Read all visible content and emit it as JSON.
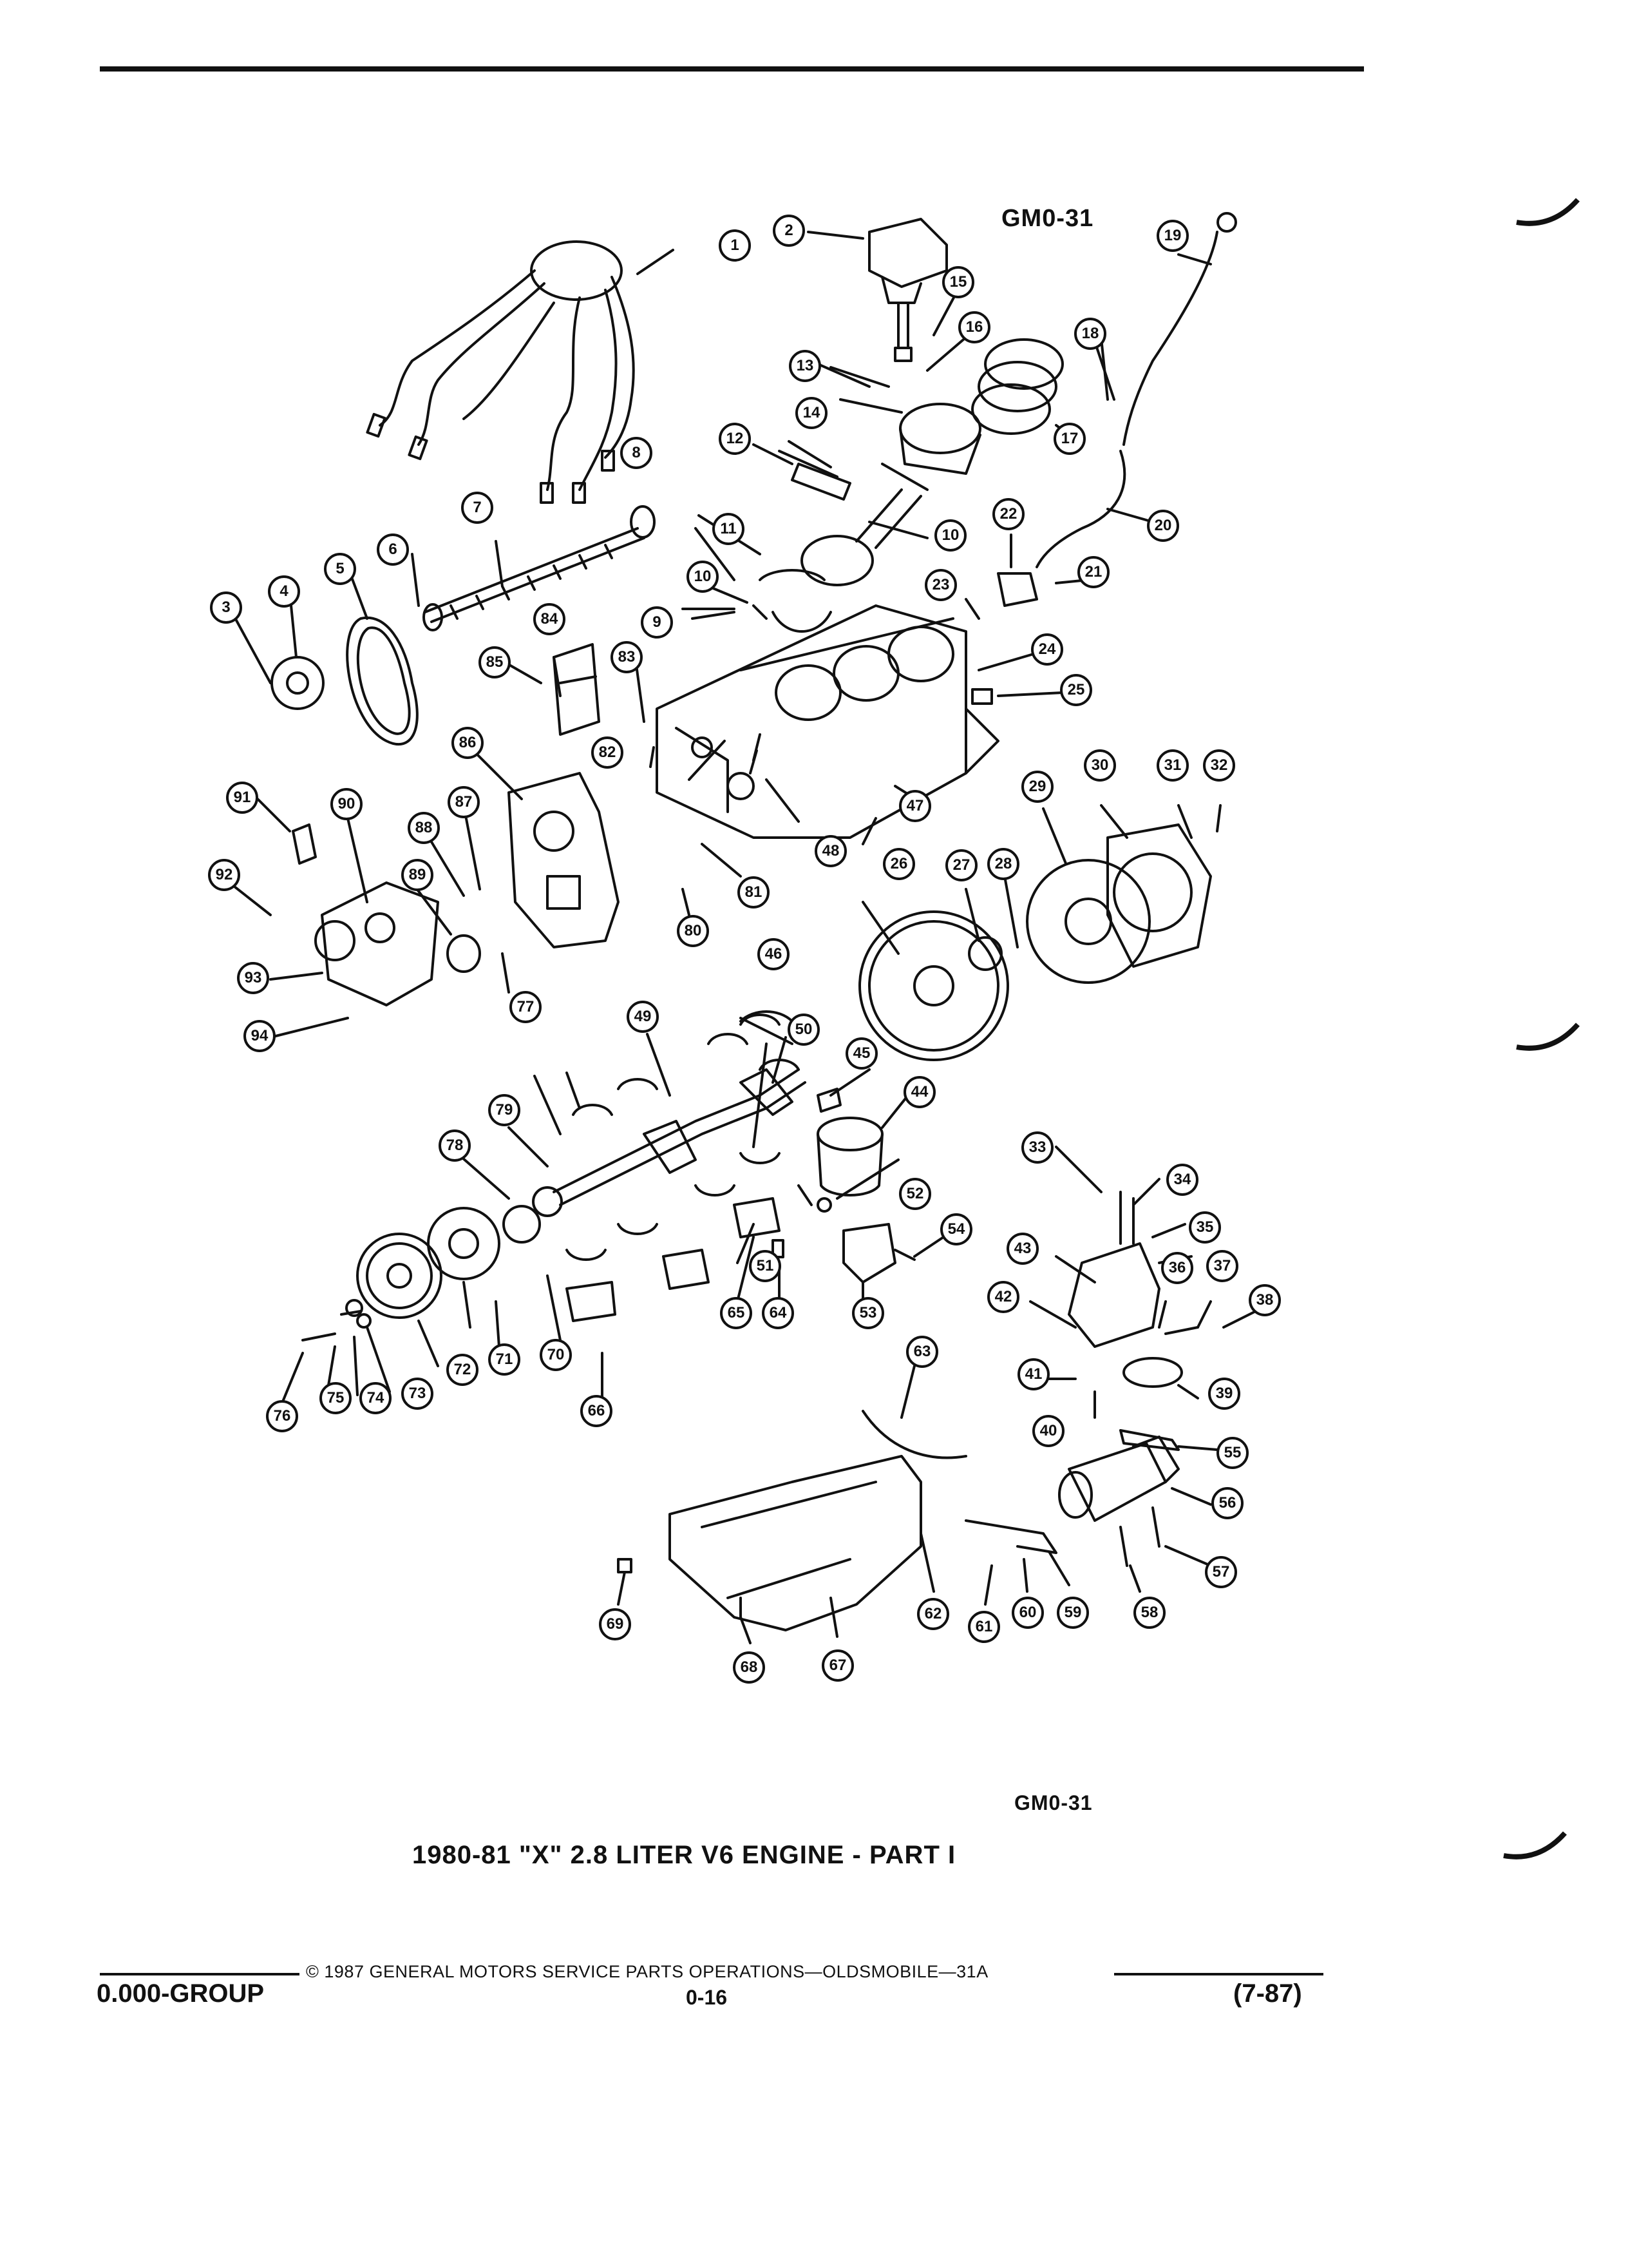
{
  "diagram": {
    "figure_id_top": "GM0-31",
    "figure_id_bottom": "GM0-31",
    "caption": "1980-81 \"X\" 2.8 LITER V6 ENGINE - PART I",
    "callouts": [
      "1",
      "2",
      "3",
      "4",
      "5",
      "6",
      "7",
      "8",
      "9",
      "10",
      "10",
      "11",
      "12",
      "13",
      "14",
      "15",
      "16",
      "17",
      "18",
      "19",
      "20",
      "21",
      "22",
      "23",
      "24",
      "25",
      "26",
      "27",
      "28",
      "29",
      "30",
      "31",
      "32",
      "33",
      "34",
      "35",
      "36",
      "37",
      "38",
      "39",
      "40",
      "41",
      "42",
      "43",
      "44",
      "45",
      "46",
      "47",
      "48",
      "49",
      "50",
      "51",
      "52",
      "53",
      "54",
      "55",
      "56",
      "57",
      "58",
      "59",
      "60",
      "61",
      "62",
      "63",
      "64",
      "65",
      "66",
      "67",
      "68",
      "69",
      "70",
      "71",
      "72",
      "73",
      "74",
      "75",
      "76",
      "77",
      "78",
      "79",
      "80",
      "81",
      "82",
      "83",
      "84",
      "85",
      "86",
      "87",
      "88",
      "89",
      "90",
      "91",
      "92",
      "93",
      "94"
    ]
  },
  "footer": {
    "copyright": "© 1987 GENERAL MOTORS SERVICE PARTS OPERATIONS—OLDSMOBILE—31A",
    "group": "0.000-GROUP",
    "page": "0-16",
    "date": "(7-87)"
  },
  "colors": {
    "ink": "#111111",
    "paper": "#ffffff"
  }
}
